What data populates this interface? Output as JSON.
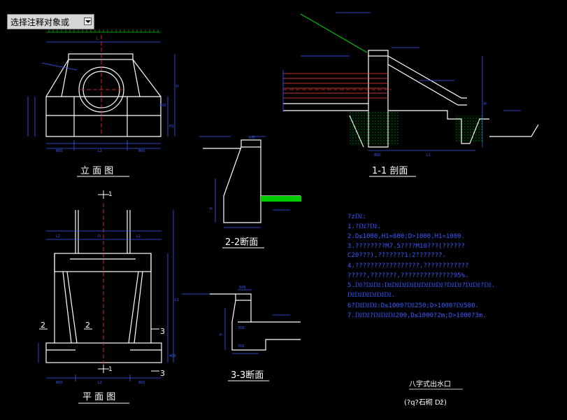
{
  "toolbar": {
    "label": "选择注释对象或",
    "dropdown_icon": "chevron-down-icon"
  },
  "titles": {
    "elevation": "立 面 图",
    "section_1_1": "1-1 剖面",
    "section_2_2": "2-2断面",
    "section_3_3": "3-3断面",
    "plan": "平 面 图"
  },
  "section_marks": {
    "one": "1",
    "two": "2",
    "three": "3"
  },
  "dims": {
    "d800": "800",
    "l1": "L1",
    "l2": "L2",
    "d500": "500",
    "d700": "700",
    "d200": "200",
    "d300": "300",
    "d400": "400",
    "h1": "H1",
    "h": "H",
    "d": "D",
    "l": "L"
  },
  "notes": {
    "heading": "?zǅ:",
    "n1": "1.?ǅ?ǅ.",
    "n2": "2.D≤1000,H1=800;D>1000,H1=1000.",
    "n3": "3.????????M7.5????M10???(??????",
    "n3b": "  C20???),???????1:2???????.",
    "n4": "4.?????????????????,????????????",
    "n4b": "  ?????,???????,??????????????95%.",
    "n5": "5.ǅ?ǅǅ:ǅǅǅǅǅǅǅǅ?ǅǅ?ǅǅ?ǅ.",
    "n5b": "  ǅǅǅǅǅǅ.",
    "n6": "6?ǅǅǅ:D≤1000?ǅ250;D>1000?ǅ500.",
    "n7": "7.ǅǅ?ǅǅǅ200,D≤1000?2m;D>1000?3m."
  },
  "stamp": {
    "line1": "八字式出水口",
    "line2": "(?q?石砌 ǅ)"
  },
  "colors": {
    "background": "#000000",
    "linework": "#ffffff",
    "dimension": "#3a5bff",
    "fill_green": "#00cc00"
  }
}
